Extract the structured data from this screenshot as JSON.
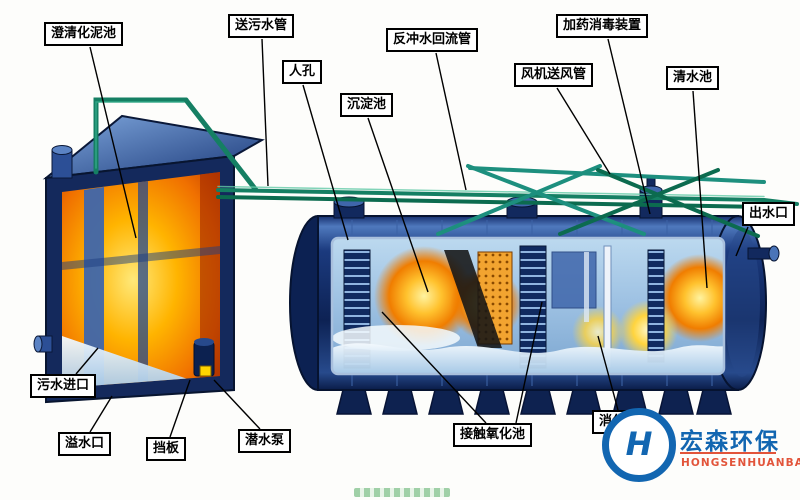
{
  "diagram": {
    "labels": [
      {
        "id": "clarified-sludge-tank",
        "text": "澄清化泥池"
      },
      {
        "id": "sewage-feed-pipe",
        "text": "送污水管"
      },
      {
        "id": "manhole",
        "text": "人孔"
      },
      {
        "id": "backwash-return-pipe",
        "text": "反冲水回流管"
      },
      {
        "id": "sedimentation-tank",
        "text": "沉淀池"
      },
      {
        "id": "fan-air-pipe",
        "text": "风机送风管"
      },
      {
        "id": "dosing-disinfection-device",
        "text": "加药消毒装置"
      },
      {
        "id": "clear-water-tank",
        "text": "清水池"
      },
      {
        "id": "water-outlet",
        "text": "出水口"
      },
      {
        "id": "sewage-inlet",
        "text": "污水进口"
      },
      {
        "id": "overflow-port",
        "text": "溢水口"
      },
      {
        "id": "baffle",
        "text": "挡板"
      },
      {
        "id": "submersible-pump",
        "text": "潜水泵"
      },
      {
        "id": "contact-oxidation-tank",
        "text": "接触氧化池"
      },
      {
        "id": "digestion-tank",
        "text": "消化池"
      }
    ],
    "logo": {
      "name": "宏森环保",
      "name_en": "HONGSENHUANBAO",
      "monogram": "H"
    }
  },
  "colors": {
    "brand_blue": "#1266b1",
    "brand_orange": "#e2543a",
    "pipe_green": "#157f63",
    "shell_navy": "#14295c",
    "fire_orange": "#ff9a00"
  }
}
